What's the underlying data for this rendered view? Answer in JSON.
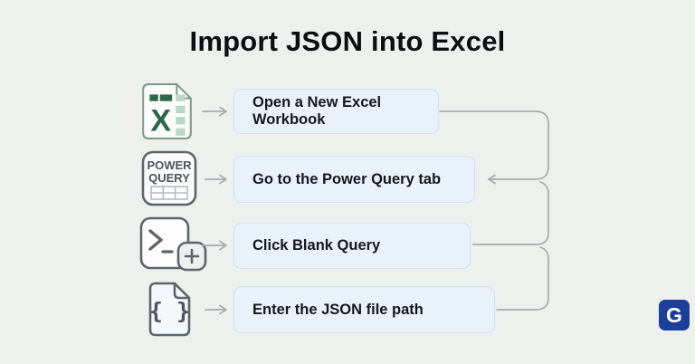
{
  "title": "Import JSON into Excel",
  "steps": [
    {
      "icon": "excel-file-icon",
      "label": "Open a New Excel Workbook"
    },
    {
      "icon": "power-query-icon",
      "label": "Go to the Power Query tab"
    },
    {
      "icon": "blank-query-terminal-icon",
      "label": "Click Blank Query"
    },
    {
      "icon": "json-file-icon",
      "label": "Enter the JSON file path"
    }
  ],
  "icons": {
    "excel_letter": "X",
    "power_query_line1": "POWER",
    "power_query_line2": "QUERY",
    "json_braces": "{ }",
    "terminal_plus": "+"
  },
  "logo": {
    "letter": "G",
    "background": "#1c3f9a",
    "foreground": "#ffffff"
  },
  "colors": {
    "page_background": "#eef0ed",
    "box_fill": "#e9f1fb",
    "box_border": "#d2e1f1",
    "box_text": "#15181d",
    "title_text": "#0c0e12",
    "connector_gray": "#a6abb2",
    "excel_dark_green": "#2c664b",
    "excel_light_green": "#b9d9c4",
    "icon_outline_gray": "#5f646b"
  }
}
